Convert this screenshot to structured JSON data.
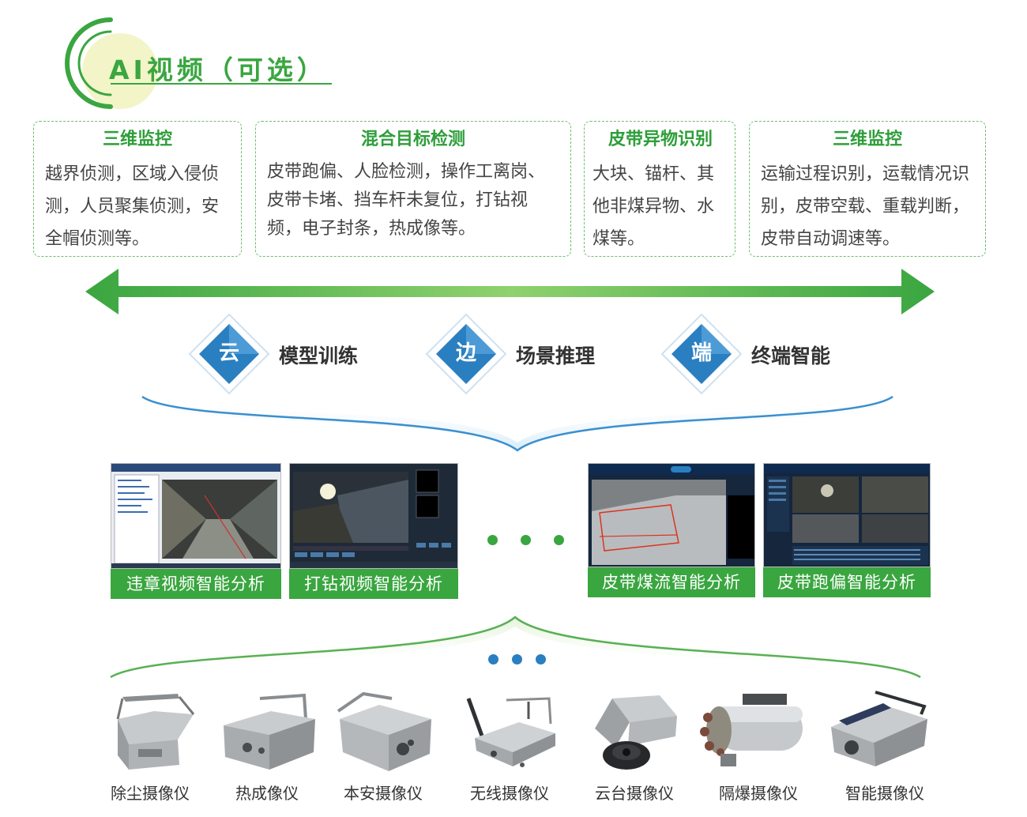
{
  "header": {
    "title": "AI视频（可选）"
  },
  "features": [
    {
      "title": "三维监控",
      "desc": "越界侦测，区域入侵侦测，人员聚集侦测，安全帽侦测等。"
    },
    {
      "title": "混合目标检测",
      "desc": "皮带跑偏、人脸检测，操作工离岗、皮带卡堵、挡车杆未复位，打钻视频，电子封条，热成像等。"
    },
    {
      "title": "皮带异物识别",
      "desc": "大块、锚杆、其他非煤异物、水煤等。"
    },
    {
      "title": "三维监控",
      "desc": "运输过程识别，运载情况识别，皮带空载、重载判断，皮带自动调速等。"
    }
  ],
  "tiers": [
    {
      "char": "云",
      "label": "模型训练"
    },
    {
      "char": "边",
      "label": "场景推理"
    },
    {
      "char": "端",
      "label": "终端智能"
    }
  ],
  "screens": [
    {
      "caption": "违章视频智能分析"
    },
    {
      "caption": "打钻视频智能分析"
    },
    {
      "caption": "皮带煤流智能分析"
    },
    {
      "caption": "皮带跑偏智能分析"
    }
  ],
  "cameras": [
    {
      "label": "除尘摄像仪",
      "icon": "dust-removal-camera-icon"
    },
    {
      "label": "热成像仪",
      "icon": "thermal-camera-icon"
    },
    {
      "label": "本安摄像仪",
      "icon": "intrinsically-safe-camera-icon"
    },
    {
      "label": "无线摄像仪",
      "icon": "wireless-camera-icon"
    },
    {
      "label": "云台摄像仪",
      "icon": "ptz-camera-icon"
    },
    {
      "label": "隔爆摄像仪",
      "icon": "explosion-proof-camera-icon"
    },
    {
      "label": "智能摄像仪",
      "icon": "smart-camera-icon"
    }
  ],
  "colors": {
    "green": "#3aa640",
    "light_green": "#8fd16f",
    "blue": "#2a7fc1",
    "yellow_circle": "#f3f4c8"
  }
}
